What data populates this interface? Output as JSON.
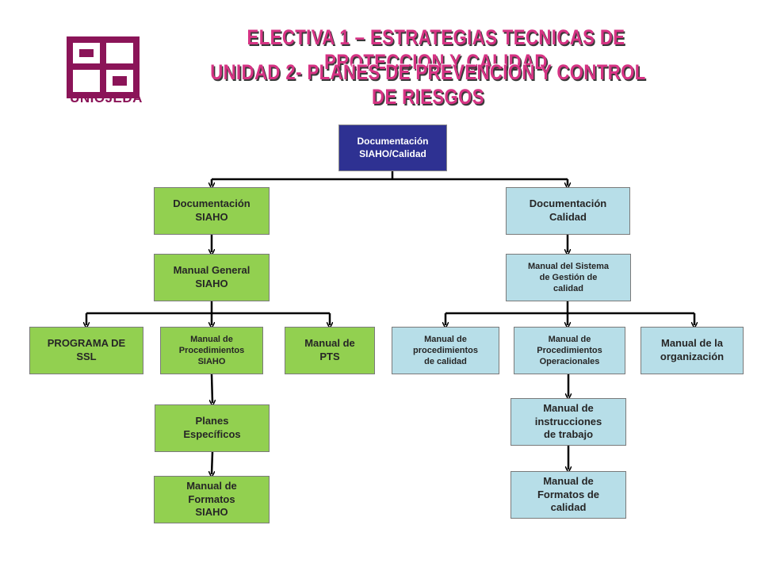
{
  "header": {
    "logo_text": "UNIOJEDA",
    "title_line1": "ELECTIVA 1 – ESTRATEGIAS TECNICAS DE PROTECCION Y CALIDAD",
    "title_line2": "UNIDAD 2- PLANES DE PREVENCION Y CONTROL DE RIESGOS"
  },
  "colors": {
    "green": "#92d050",
    "blue": "#b7dee8",
    "navy": "#2e3192",
    "title": "#d63384",
    "logo": "#8b1458"
  },
  "nodes": {
    "root": "Documentación\nSIAHO/Calidad",
    "doc_siaho": "Documentación\nSIAHO",
    "doc_calidad": "Documentación\nCalidad",
    "manual_general": "Manual General\nSIAHO",
    "manual_sistema": "Manual del Sistema\nde Gestión de\ncalidad",
    "programa_ssl": "PROGRAMA DE\nSSL",
    "manual_proc_siaho": "Manual de\nProcedimientos\nSIAHO",
    "manual_pts": "Manual de\nPTS",
    "manual_proc_calidad": "Manual de\nprocedimientos\nde calidad",
    "manual_proc_oper": "Manual de\nProcedimientos\nOperacionales",
    "manual_org": "Manual de la\norganización",
    "planes": "Planes\nEspecíficos",
    "manual_instr": "Manual de\ninstrucciones\nde trabajo",
    "formatos_siaho": "Manual de\nFormatos\nSIAHO",
    "formatos_calidad": "Manual de\nFormatos de\ncalidad"
  }
}
